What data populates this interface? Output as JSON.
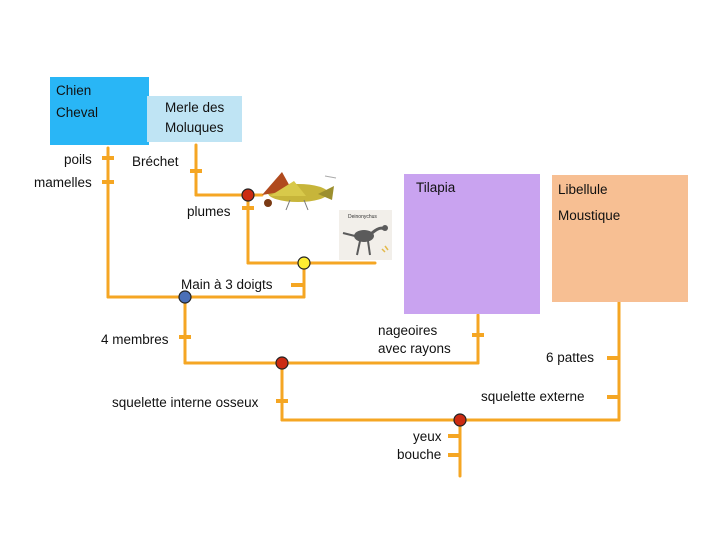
{
  "colors": {
    "branch": "#f5a623",
    "mammal_box": "#29b6f6",
    "bird_box": "#bfe4f4",
    "fish_box": "#c9a3f0",
    "insect_box": "#f7bf93",
    "node_red": "#cc2b12",
    "node_blue": "#4a6fb8",
    "node_yellow": "#ffee33"
  },
  "groups": {
    "mammals": [
      "Chien",
      "Cheval"
    ],
    "bird": [
      "Merle des",
      "Moluques"
    ],
    "fish": [
      "Tilapia"
    ],
    "insects": [
      "Libellule",
      "Moustique"
    ]
  },
  "traits": {
    "poils": "poils",
    "mamelles": "mamelles",
    "brechet": "Bréchet",
    "plumes": "plumes",
    "main_3_doigts": "Main à 3 doigts",
    "quatre_membres": "4 membres",
    "nageoires_1": "nageoires",
    "nageoires_2": "avec rayons",
    "six_pattes": "6 pattes",
    "squelette_interne": "squelette interne osseux",
    "squelette_externe": "squelette externe",
    "yeux": "yeux",
    "bouche": "bouche"
  },
  "images": {
    "fossil_bird": "archaeopteryx-illustration",
    "dinosaur": "deinonychus-illustration",
    "dinosaur_caption": "Deinonychus"
  }
}
